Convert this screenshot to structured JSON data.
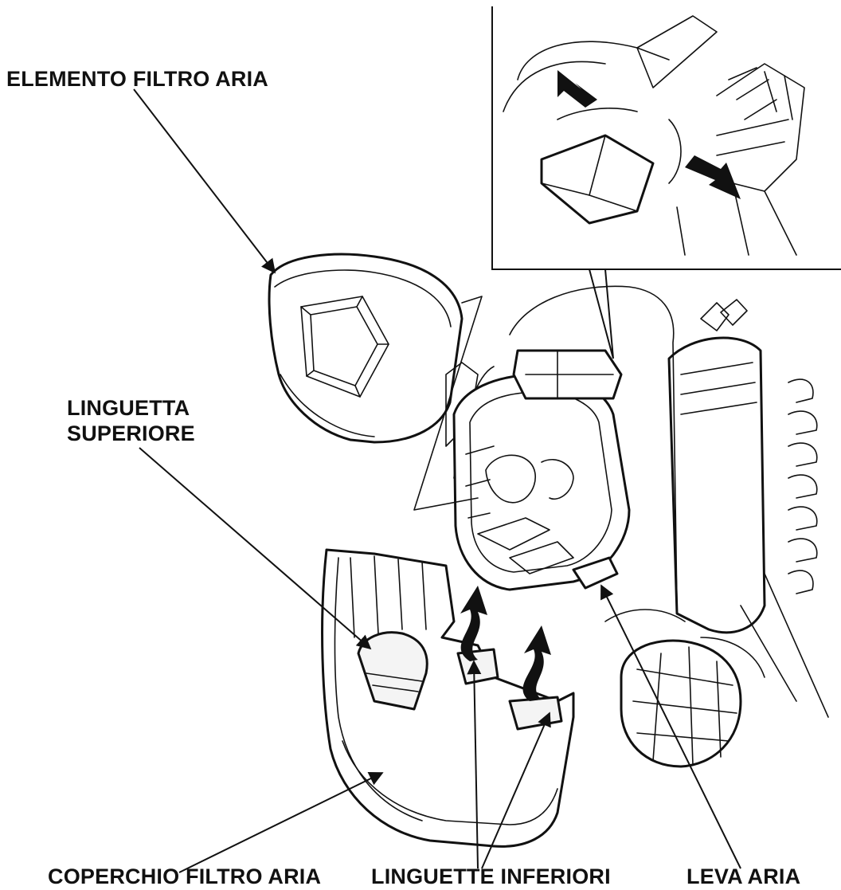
{
  "labels": {
    "air_filter_element": "ELEMENTO FILTRO ARIA",
    "upper_tab_line1": "LINGUETTA",
    "upper_tab_line2": "SUPERIORE",
    "air_filter_cover": "COPERCHIO FILTRO ARIA",
    "lower_tabs": "LINGUETTE INFERIORI",
    "choke_lever": "LEVA ARIA"
  }
}
